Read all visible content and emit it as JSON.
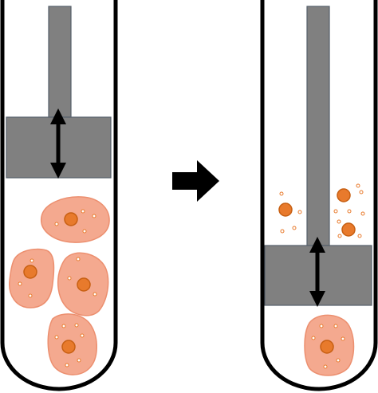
{
  "diagram": {
    "panels": [
      {
        "state": "before",
        "piston_level": "upper",
        "intact_cells": 4
      },
      {
        "state": "after",
        "piston_level": "lower",
        "intact_cells": 1,
        "released_nuclei": 3
      }
    ],
    "transition_arrow": "right-arrow-icon",
    "colors": {
      "tube_outline": "#000000",
      "piston": "#808080",
      "piston_border": "#56606b",
      "cell_fill": "#f4a98f",
      "cell_stroke": "#e8845f",
      "nucleus": "#e87a2c",
      "nucleus_stroke": "#c75f12",
      "arrow": "#000000"
    }
  }
}
